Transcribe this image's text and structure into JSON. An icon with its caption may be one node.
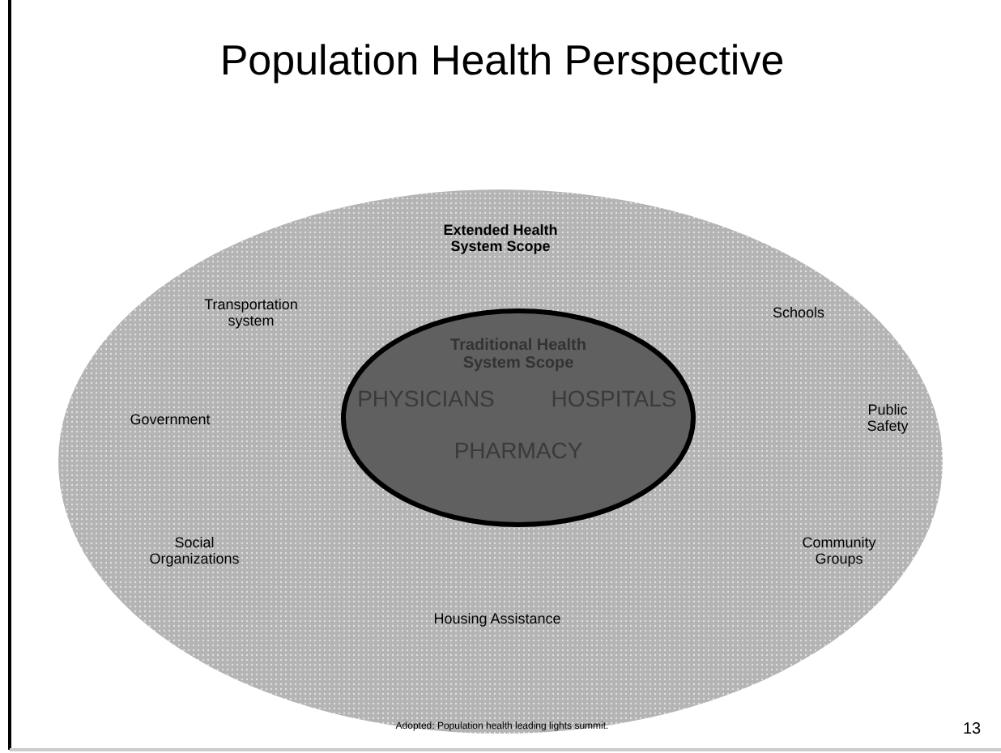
{
  "diagram": {
    "title": "Population Health Perspective",
    "caption": "Adopted: Population health leading lights summit.",
    "nodes": [
      {
        "text": [
          "Extended Health System Scope"
        ]
      },
      {
        "text": [
          "Traditional Health System Scope",
          "PHYSICIANS",
          "HOSPITALS",
          "PHARMACY"
        ],
        "in": 0
      }
    ],
    "labels": [
      "Transportation system",
      "Schools",
      "Government",
      "Public Safety",
      "Social Organizations",
      "Community Groups",
      "Housing Assistance",
      "13"
    ]
  }
}
